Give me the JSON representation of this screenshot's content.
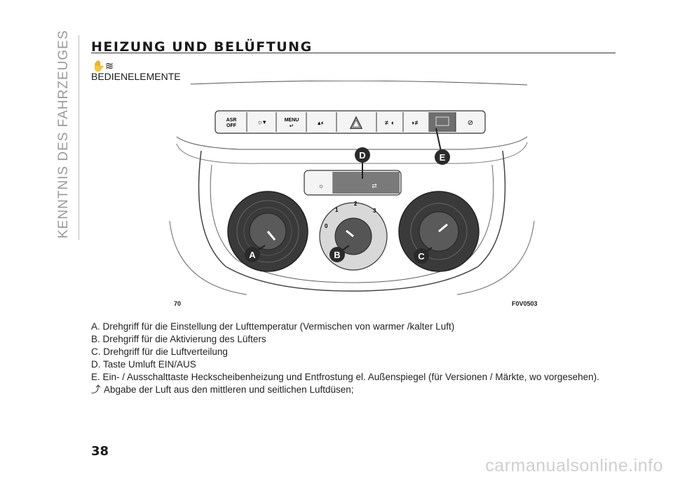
{
  "side_label": "KENNTNIS DES FAHRZEUGES",
  "title": "HEIZUNG UND BELÜFTUNG",
  "subtitle_icon": "hand-fan-icon",
  "subtitle": "BEDIENELEMENTE",
  "figure": {
    "page_ref": "70",
    "code": "F0V0503",
    "buttons": [
      "ASR OFF",
      "MENU"
    ],
    "callouts": [
      "A",
      "B",
      "C",
      "D",
      "E"
    ],
    "fan_scale": [
      "0",
      "1",
      "2",
      "3"
    ]
  },
  "descriptions": [
    "A. Drehgriff für die Einstellung der Lufttemperatur (Vermischen von warmer /kalter Luft)",
    "B. Drehgriff für die Aktivierung des Lüfters",
    "C. Drehgriff für die Luftverteilung",
    "D. Taste Umluft EIN/AUS",
    "E. Ein- / Ausschalttaste Heckscheibenheizung und Entfrostung el. Außenspiegel (für Versionen / Märkte, wo vorgesehen)."
  ],
  "airflow_icon": "vent-airflow-icon",
  "airflow_text": "Abgabe der Luft aus den mittleren und seitlichen Luftdüsen;",
  "page_number": "38",
  "watermark": "carmanualsonline.info"
}
